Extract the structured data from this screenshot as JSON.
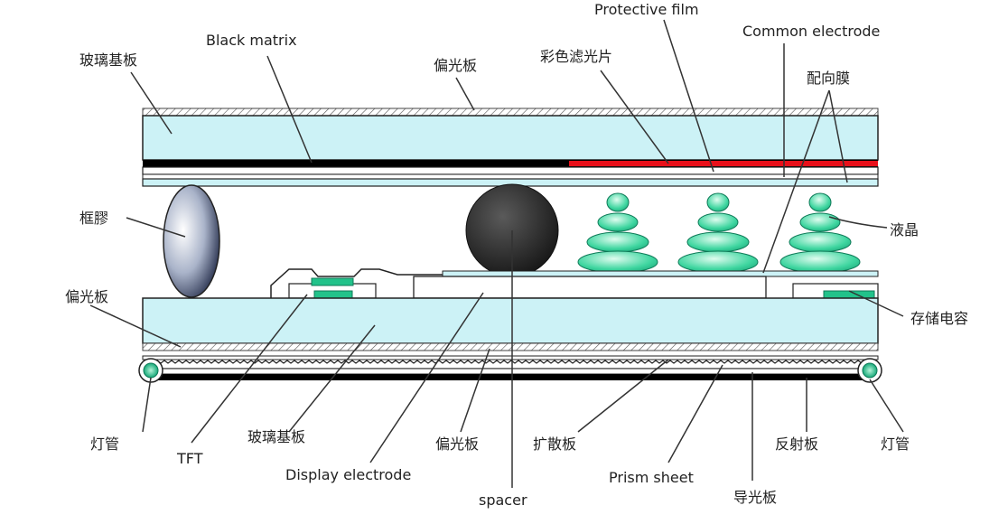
{
  "labels": {
    "glass_top": "玻璃基板",
    "black_matrix": "Black matrix",
    "polarizer_top": "偏光板",
    "protective_film": "Protective film",
    "color_filter": "彩色滤光片",
    "common_electrode": "Common electrode",
    "alignment_film": "配向膜",
    "sealant": "框膠",
    "liquid_crystal": "液晶",
    "polarizer_bottom_left": "偏光板",
    "storage_capacitor": "存储电容",
    "lamp_left": "灯管",
    "tft": "TFT",
    "glass_bottom": "玻璃基板",
    "display_electrode": "Display electrode",
    "polarizer_bottom": "偏光板",
    "spacer": "spacer",
    "diffuser": "扩散板",
    "prism_sheet": "Prism sheet",
    "light_guide": "导光板",
    "reflector": "反射板",
    "lamp_right": "灯管"
  },
  "colors": {
    "glass": "#ccf2f6",
    "outline": "#222222",
    "color_filter_red": "#e8101a",
    "tft_green": "#22c28a",
    "lc_green": "#3fd6a0",
    "black_matrix": "#000000"
  }
}
